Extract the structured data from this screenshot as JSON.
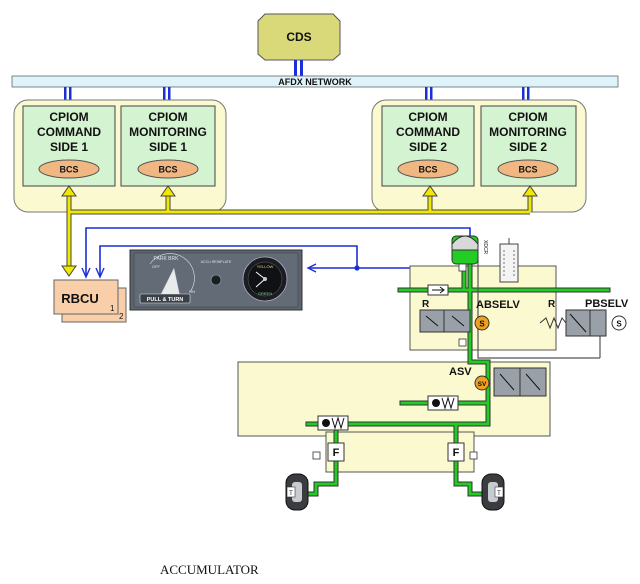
{
  "cds_label": "CDS",
  "network_label": "AFDX NETWORK",
  "side1": {
    "command": {
      "l1": "CPIOM",
      "l2": "COMMAND",
      "l3": "SIDE 1",
      "bcs": "BCS"
    },
    "monitoring": {
      "l1": "CPIOM",
      "l2": "MONITORING",
      "l3": "SIDE 1",
      "bcs": "BCS"
    }
  },
  "side2": {
    "command": {
      "l1": "CPIOM",
      "l2": "COMMAND",
      "l3": "SIDE 2",
      "bcs": "BCS"
    },
    "monitoring": {
      "l1": "CPIOM",
      "l2": "MONITORING",
      "l3": "SIDE 2",
      "bcs": "BCS"
    }
  },
  "rbcu": {
    "label": "RBCU",
    "n1": "1",
    "n2": "2"
  },
  "panel": {
    "park_brk": "PARK BRK",
    "off": "OFF",
    "on": "ON",
    "pull_turn": "PULL & TURN",
    "accu_reinflate": "ACCU REINFLATE",
    "yellow": "YELLOW",
    "green": "GREEN"
  },
  "valves": {
    "abselv": "ABSELV",
    "pbselv": "PBSELV",
    "asv": "ASV",
    "r1": "R",
    "r2": "R",
    "s": "S",
    "sv": "SV",
    "f": "F",
    "t": "T",
    "xdcr": "XDCR"
  },
  "caption": "ACCUMULATOR",
  "colors": {
    "green_line": "#22cc22",
    "yellow_line": "#f0e800",
    "blue_line": "#1a2fd6",
    "box_fill": "#fbf9cf",
    "cpiom_fill": "#d4f3d0",
    "bcs_fill": "#f0b782",
    "cds_fill": "#d9d97a",
    "rbcu_fill": "#f8cfa8"
  }
}
